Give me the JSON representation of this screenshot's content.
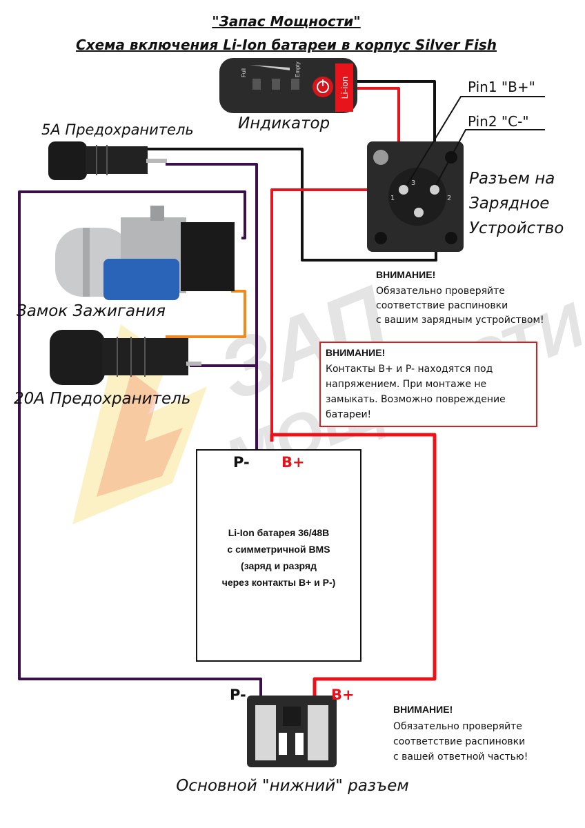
{
  "title": {
    "line1": "\"Запас Мощности\"",
    "line2": "Схема включения Li-Ion батареи в корпус Silver Fish"
  },
  "labels": {
    "indicator": "Индикатор",
    "fuse5": "5А Предохранитель",
    "ignition": "Замок Зажигания",
    "fuse20": "20А Предохранитель",
    "pin1": "Pin1 \"B+\"",
    "pin2": "Pin2 \"C-\"",
    "charger_connector": [
      "Разъем на",
      "Зарядное",
      "Устройство"
    ],
    "bottom_connector": "Основной \"нижний\" разъем"
  },
  "indicator_panel": {
    "full": "Full",
    "empty": "Empty",
    "badge": "Li-ion"
  },
  "charger_pins": {
    "pin_1": "1",
    "pin_2": "2",
    "pin_3": "3"
  },
  "warnings": {
    "charger": {
      "heading": "ВНИМАНИЕ!",
      "lines": [
        "Обязательно проверяйте",
        "соответствие распиновки",
        "с вашим зарядным устройством!"
      ]
    },
    "contacts": {
      "heading": "ВНИМАНИЕ!",
      "lines": [
        "Контакты B+ и P- находятся под",
        "напряжением. При монтаже не",
        "замыкать. Возможно повреждение",
        "батареи!"
      ]
    },
    "bottom": {
      "heading": "ВНИМАНИЕ!",
      "lines": [
        "Обязательно проверяйте",
        "соответствие распиновки",
        "с вашей ответной частью!"
      ]
    }
  },
  "battery": {
    "p_minus": "P-",
    "b_plus": "B+",
    "lines": [
      "Li-Ion батарея 36/48В",
      "с симметричной BMS",
      "(заряд и разряд",
      "через контакты B+ и P-)"
    ]
  },
  "bottom_terminals": {
    "p_minus": "P-",
    "b_plus": "B+"
  },
  "colors": {
    "red_wire": "#e8141b",
    "black_wire": "#111111",
    "purple_wire": "#3a0f4a",
    "orange_wire": "#f08a1c",
    "warning_border": "#d42020",
    "b_plus_text": "#e8141b"
  }
}
